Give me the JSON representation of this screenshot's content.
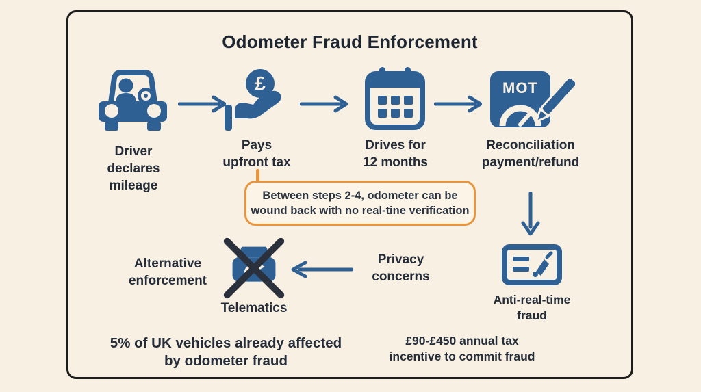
{
  "title": "Odometer Fraud Enforcement",
  "steps": [
    {
      "icon": "car-icon",
      "lines": [
        "Driver",
        "declares",
        "mileage"
      ]
    },
    {
      "icon": "hand-coin-icon",
      "coin_symbol": "£",
      "lines": [
        "Pays",
        "upfront tax"
      ]
    },
    {
      "icon": "calendar-icon",
      "lines": [
        "Drives for",
        "12 months"
      ]
    },
    {
      "icon": "mot-gauge-pen-icon",
      "badge": "MOT",
      "lines": [
        "Reconciliation",
        "payment/refund"
      ]
    }
  ],
  "callout": {
    "lines": [
      "Between steps 2-4, odometer can be",
      "wound back with no real-tine verification"
    ]
  },
  "anti_fraud": {
    "icon": "document-signature-icon",
    "lines": [
      "Anti-real-time",
      "fraud"
    ]
  },
  "alternative": {
    "heading_lines": [
      "Alternative",
      "enforcement"
    ],
    "icon": "crossed-telematics-icon",
    "icon_label": "Telematics",
    "concern_lines": [
      "Privacy",
      "concerns"
    ]
  },
  "stats": {
    "left_lines": [
      "5% of UK vehicles already affected",
      "by odometer fraud"
    ],
    "right_lines": [
      "£90-£450 annual tax",
      "incentive to commit fraud"
    ]
  },
  "colors": {
    "background": "#f8f0e2",
    "panel_border": "#1d1d1d",
    "icon_blue": "#2e6094",
    "text_dark": "#232c38",
    "callout_orange": "#e8953d",
    "cross_dark": "#2a313d"
  }
}
